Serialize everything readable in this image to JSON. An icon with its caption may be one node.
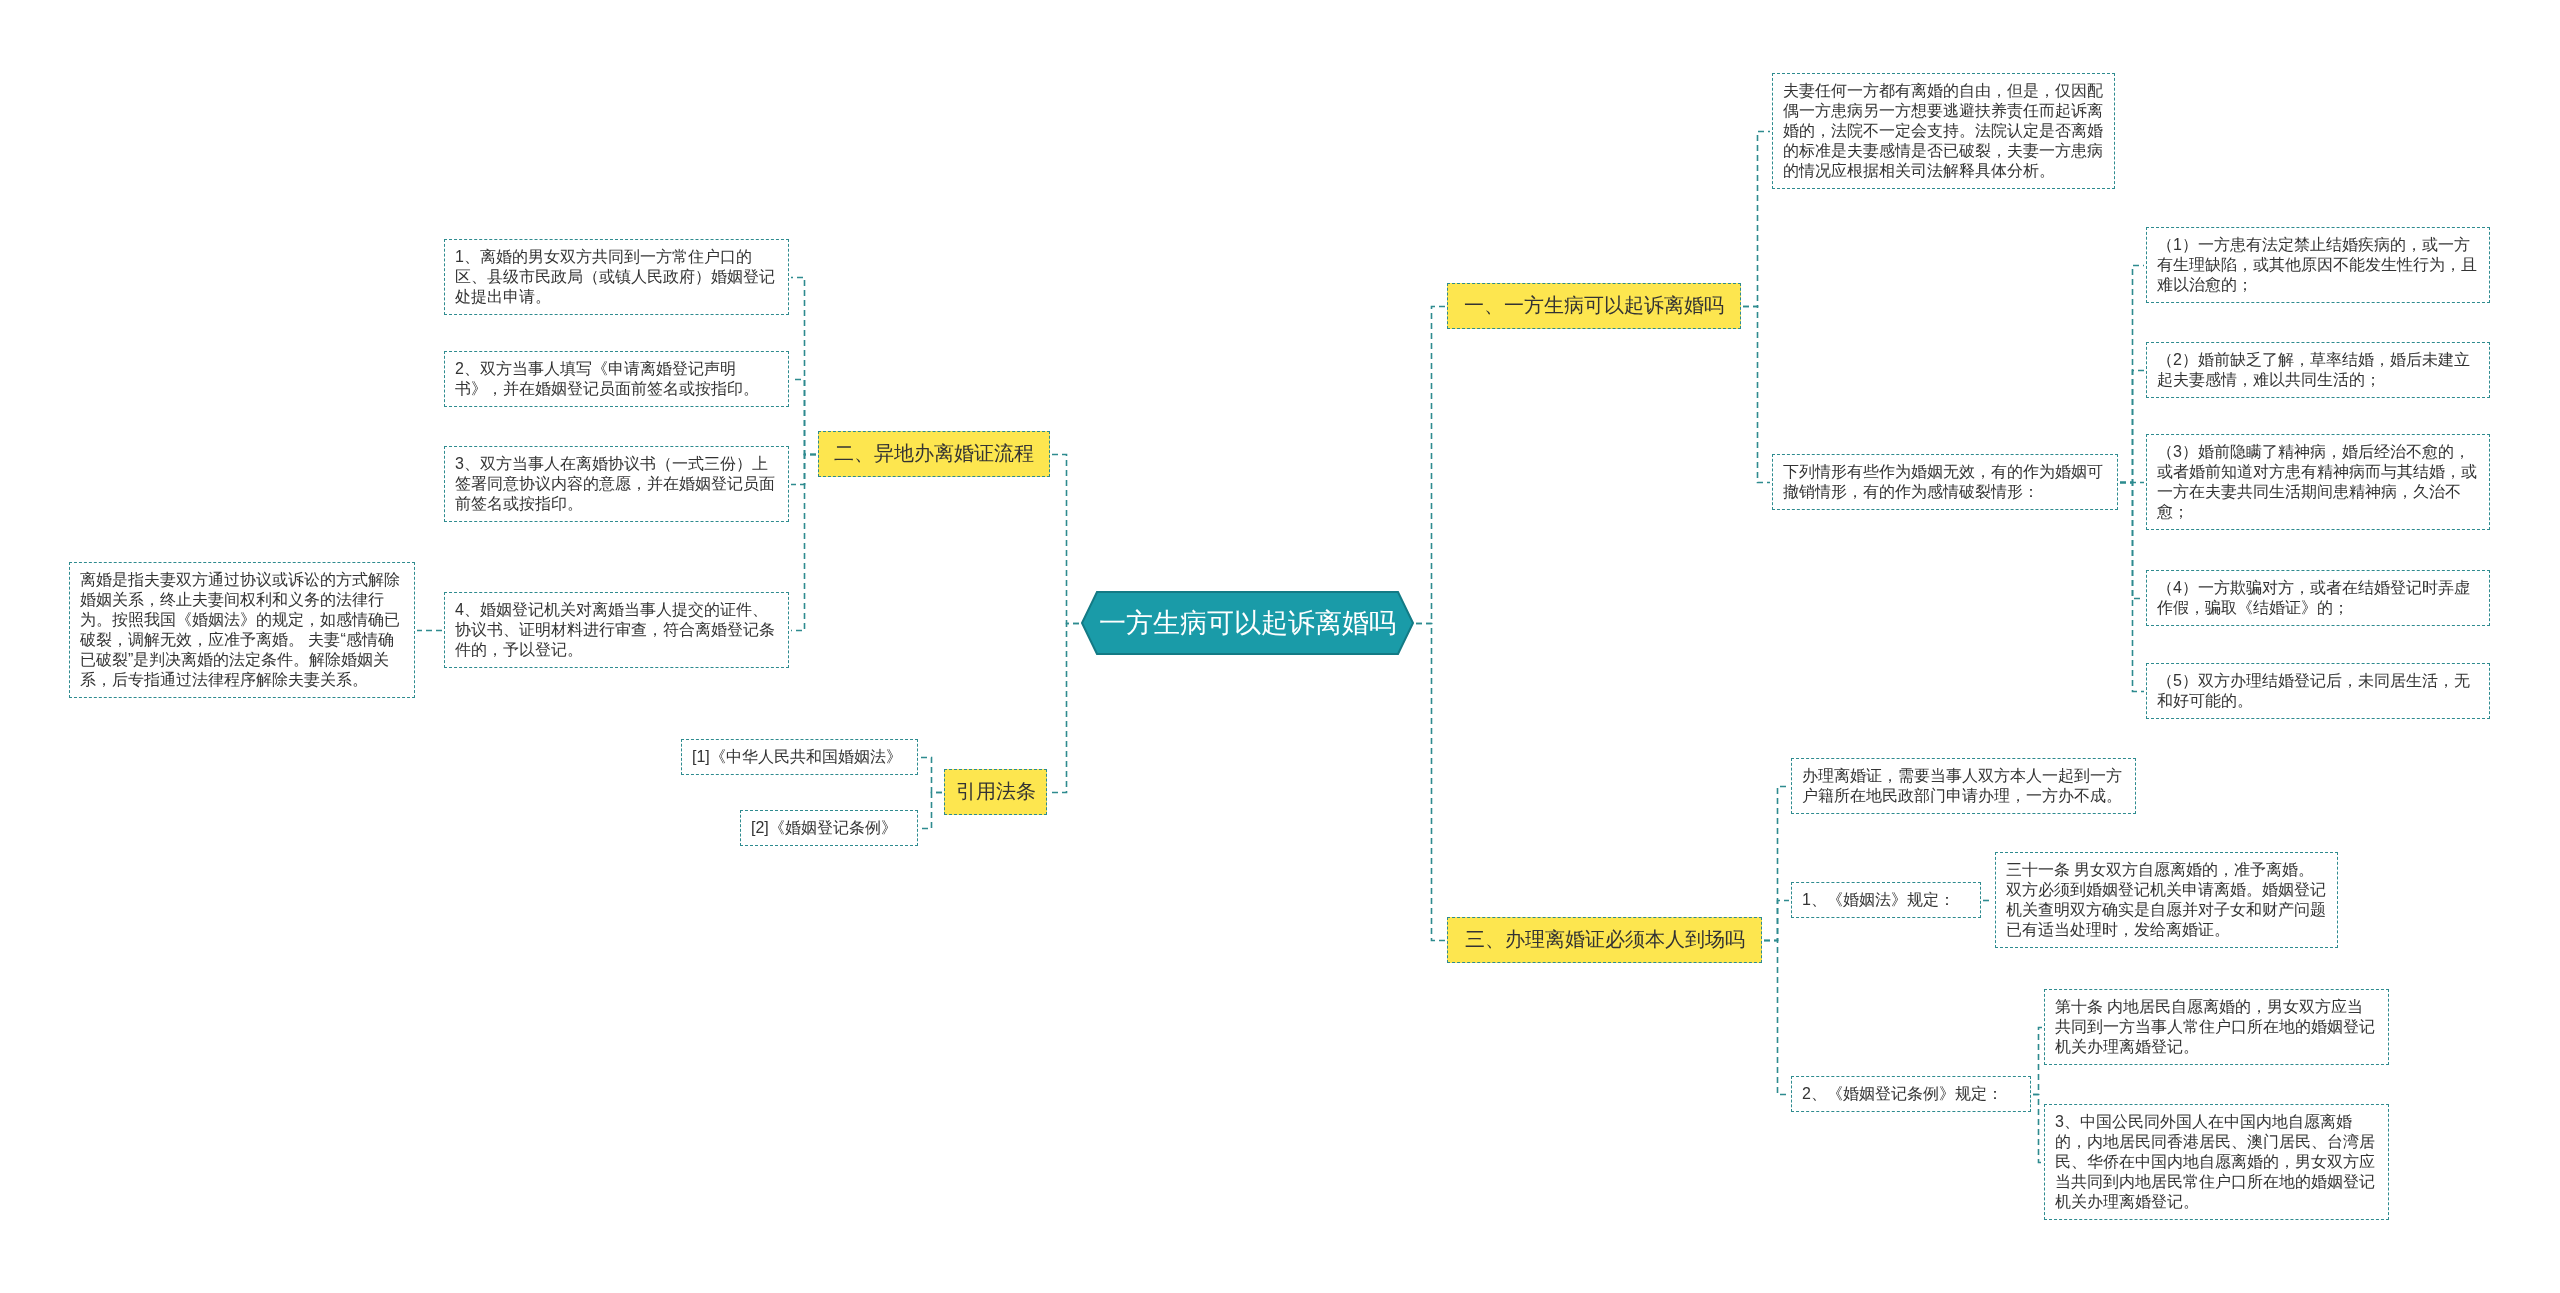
{
  "diagram": {
    "nodes": [
      {
        "text": [
          "一方生病可以起诉离婚吗"
        ]
      },
      {
        "text": [
          "二、异地办离婚证流程"
        ]
      },
      {
        "text": [
          "1、离婚的男女双方共同到一方常住户口的区、县级市民政局（或镇人民政府）婚姻登记处提出申请。"
        ]
      },
      {
        "text": [
          "2、双方当事人填写《申请离婚登记声明书》，并在婚姻登记员面前签名或按指印。"
        ]
      },
      {
        "text": [
          "3、双方当事人在离婚协议书（一式三份）上签署同意协议内容的意愿，并在婚姻登记员面前签名或按指印。"
        ]
      },
      {
        "text": [
          "4、婚姻登记机关对离婚当事人提交的证件、协议书、证明材料进行审查，符合离婚登记条件的，予以登记。"
        ]
      },
      {
        "text": [
          "离婚是指夫妻双方通过协议或诉讼的方式解除婚姻关系，终止夫妻间权利和义务的法律行为。按照我国《婚姻法》的规定，如感情确已破裂，调解无效，应准予离婚。 夫妻“感情确已破裂”是判决离婚的法定条件。解除婚姻关系，后专指通过法律程序解除夫妻关系。"
        ]
      },
      {
        "text": [
          "引用法条"
        ]
      },
      {
        "text": [
          "[1]《中华人民共和国婚姻法》"
        ]
      },
      {
        "text": [
          "[2]《婚姻登记条例》"
        ]
      },
      {
        "text": [
          "一、一方生病可以起诉离婚吗"
        ]
      },
      {
        "text": [
          "夫妻任何一方都有离婚的自由，但是，仅因配偶一方患病另一方想要逃避扶养责任而起诉离婚的，法院不一定会支持。法院认定是否离婚的标准是夫妻感情是否已破裂，夫妻一方患病的情况应根据相关司法解释具体分析。"
        ]
      },
      {
        "text": [
          "下列情形有些作为婚姻无效，有的作为婚姻可撤销情形，有的作为感情破裂情形："
        ]
      },
      {
        "text": [
          "（1）一方患有法定禁止结婚疾病的，或一方有生理缺陷，或其他原因不能发生性行为，且难以治愈的；"
        ]
      },
      {
        "text": [
          "（2）婚前缺乏了解，草率结婚，婚后未建立起夫妻感情，难以共同生活的；"
        ]
      },
      {
        "text": [
          "（3）婚前隐瞒了精神病，婚后经治不愈的，或者婚前知道对方患有精神病而与其结婚，或一方在夫妻共同生活期间患精神病，久治不愈；"
        ]
      },
      {
        "text": [
          "（4）一方欺骗对方，或者在结婚登记时弄虚作假，骗取《结婚证》的；"
        ]
      },
      {
        "text": [
          "（5）双方办理结婚登记后，未同居生活，无和好可能的。"
        ]
      },
      {
        "text": [
          "三、办理离婚证必须本人到场吗"
        ]
      },
      {
        "text": [
          "办理离婚证，需要当事人双方本人一起到一方户籍所在地民政部门申请办理，一方办不成。"
        ]
      },
      {
        "text": [
          "1、《婚姻法》规定："
        ]
      },
      {
        "text": [
          "三十一条 男女双方自愿离婚的，准予离婚。双方必须到婚姻登记机关申请离婚。婚姻登记机关查明双方确实是自愿并对子女和财产问题已有适当处理时，发给离婚证。"
        ]
      },
      {
        "text": [
          "2、《婚姻登记条例》规定："
        ]
      },
      {
        "text": [
          "第十条 内地居民自愿离婚的，男女双方应当共同到一方当事人常住户口所在地的婚姻登记机关办理离婚登记。"
        ]
      },
      {
        "text": [
          "3、中国公民同外国人在中国内地自愿离婚的，内地居民同香港居民、澳门居民、台湾居民、华侨在中国内地自愿离婚的，男女双方应当共同到内地居民常住户口所在地的婚姻登记机关办理离婚登记。"
        ]
      }
    ],
    "edges": [
      {
        "from": 0,
        "to": 1,
        "arrow": "none"
      },
      {
        "from": 1,
        "to": 2,
        "arrow": "none"
      },
      {
        "from": 1,
        "to": 3,
        "arrow": "none"
      },
      {
        "from": 1,
        "to": 4,
        "arrow": "none"
      },
      {
        "from": 1,
        "to": 5,
        "arrow": "none"
      },
      {
        "from": 5,
        "to": 6,
        "arrow": "none"
      },
      {
        "from": 0,
        "to": 7,
        "arrow": "none"
      },
      {
        "from": 7,
        "to": 8,
        "arrow": "none"
      },
      {
        "from": 7,
        "to": 9,
        "arrow": "none"
      },
      {
        "from": 0,
        "to": 10,
        "arrow": "none"
      },
      {
        "from": 10,
        "to": 11,
        "arrow": "none"
      },
      {
        "from": 10,
        "to": 12,
        "arrow": "none"
      },
      {
        "from": 12,
        "to": 13,
        "arrow": "none"
      },
      {
        "from": 12,
        "to": 14,
        "arrow": "none"
      },
      {
        "from": 12,
        "to": 15,
        "arrow": "none"
      },
      {
        "from": 12,
        "to": 16,
        "arrow": "none"
      },
      {
        "from": 12,
        "to": 17,
        "arrow": "none"
      },
      {
        "from": 0,
        "to": 18,
        "arrow": "none"
      },
      {
        "from": 18,
        "to": 19,
        "arrow": "none"
      },
      {
        "from": 18,
        "to": 20,
        "arrow": "none"
      },
      {
        "from": 20,
        "to": 21,
        "arrow": "none"
      },
      {
        "from": 18,
        "to": 22,
        "arrow": "none"
      },
      {
        "from": 22,
        "to": 23,
        "arrow": "none"
      },
      {
        "from": 22,
        "to": 24,
        "arrow": "none"
      }
    ]
  }
}
